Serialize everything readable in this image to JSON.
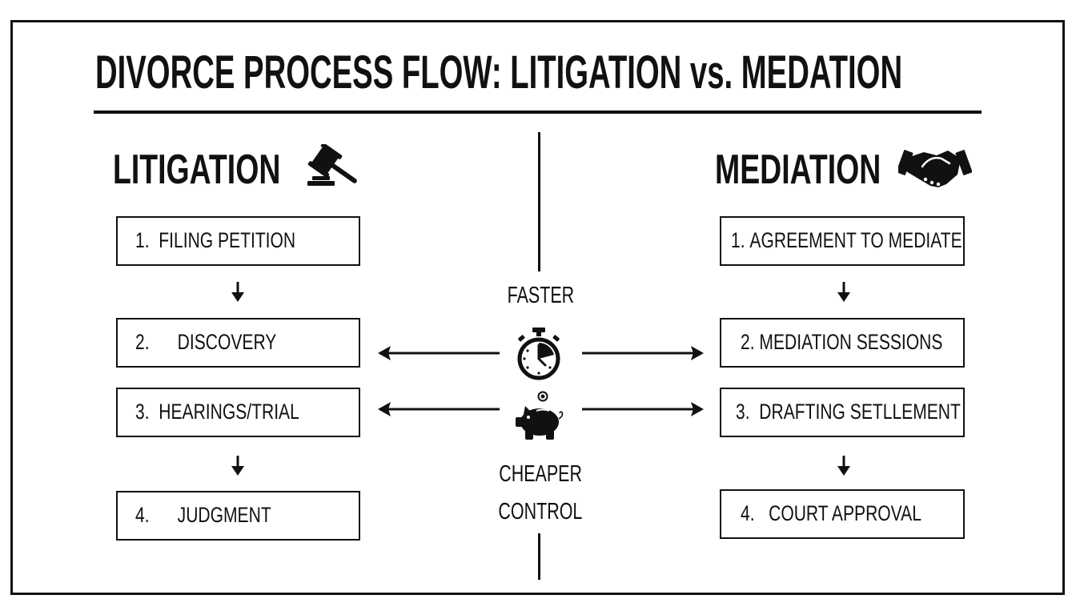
{
  "title": "DIVORCE PROCESS FLOW: LITIGATION vs. MEDATION",
  "left": {
    "heading": "LITIGATION",
    "icon": "gavel-icon",
    "steps": [
      {
        "num": "1.",
        "label": "FILING PETITION"
      },
      {
        "num": "2.",
        "label": "DISCOVERY"
      },
      {
        "num": "3.",
        "label": "HEARINGS/TRIAL"
      },
      {
        "num": "4.",
        "label": "JUDGMENT"
      }
    ]
  },
  "right": {
    "heading": "MEDIATION",
    "icon": "handshake-icon",
    "steps": [
      {
        "num": "1.",
        "label": "AGREEMENT TO MEDIATE"
      },
      {
        "num": "2.",
        "label": "MEDIATION SESSIONS"
      },
      {
        "num": "3.",
        "label": "DRAFTING SETLLEMENT"
      },
      {
        "num": "4.",
        "label": "COURT APPROVAL"
      }
    ]
  },
  "center": {
    "top_label": "FASTER",
    "time_icon": "stopwatch-icon",
    "money_icon": "piggy-bank-icon",
    "bottom_labels": [
      "CHEAPER",
      "CONTROL"
    ]
  },
  "colors": {
    "ink": "#111111",
    "background": "#ffffff"
  }
}
